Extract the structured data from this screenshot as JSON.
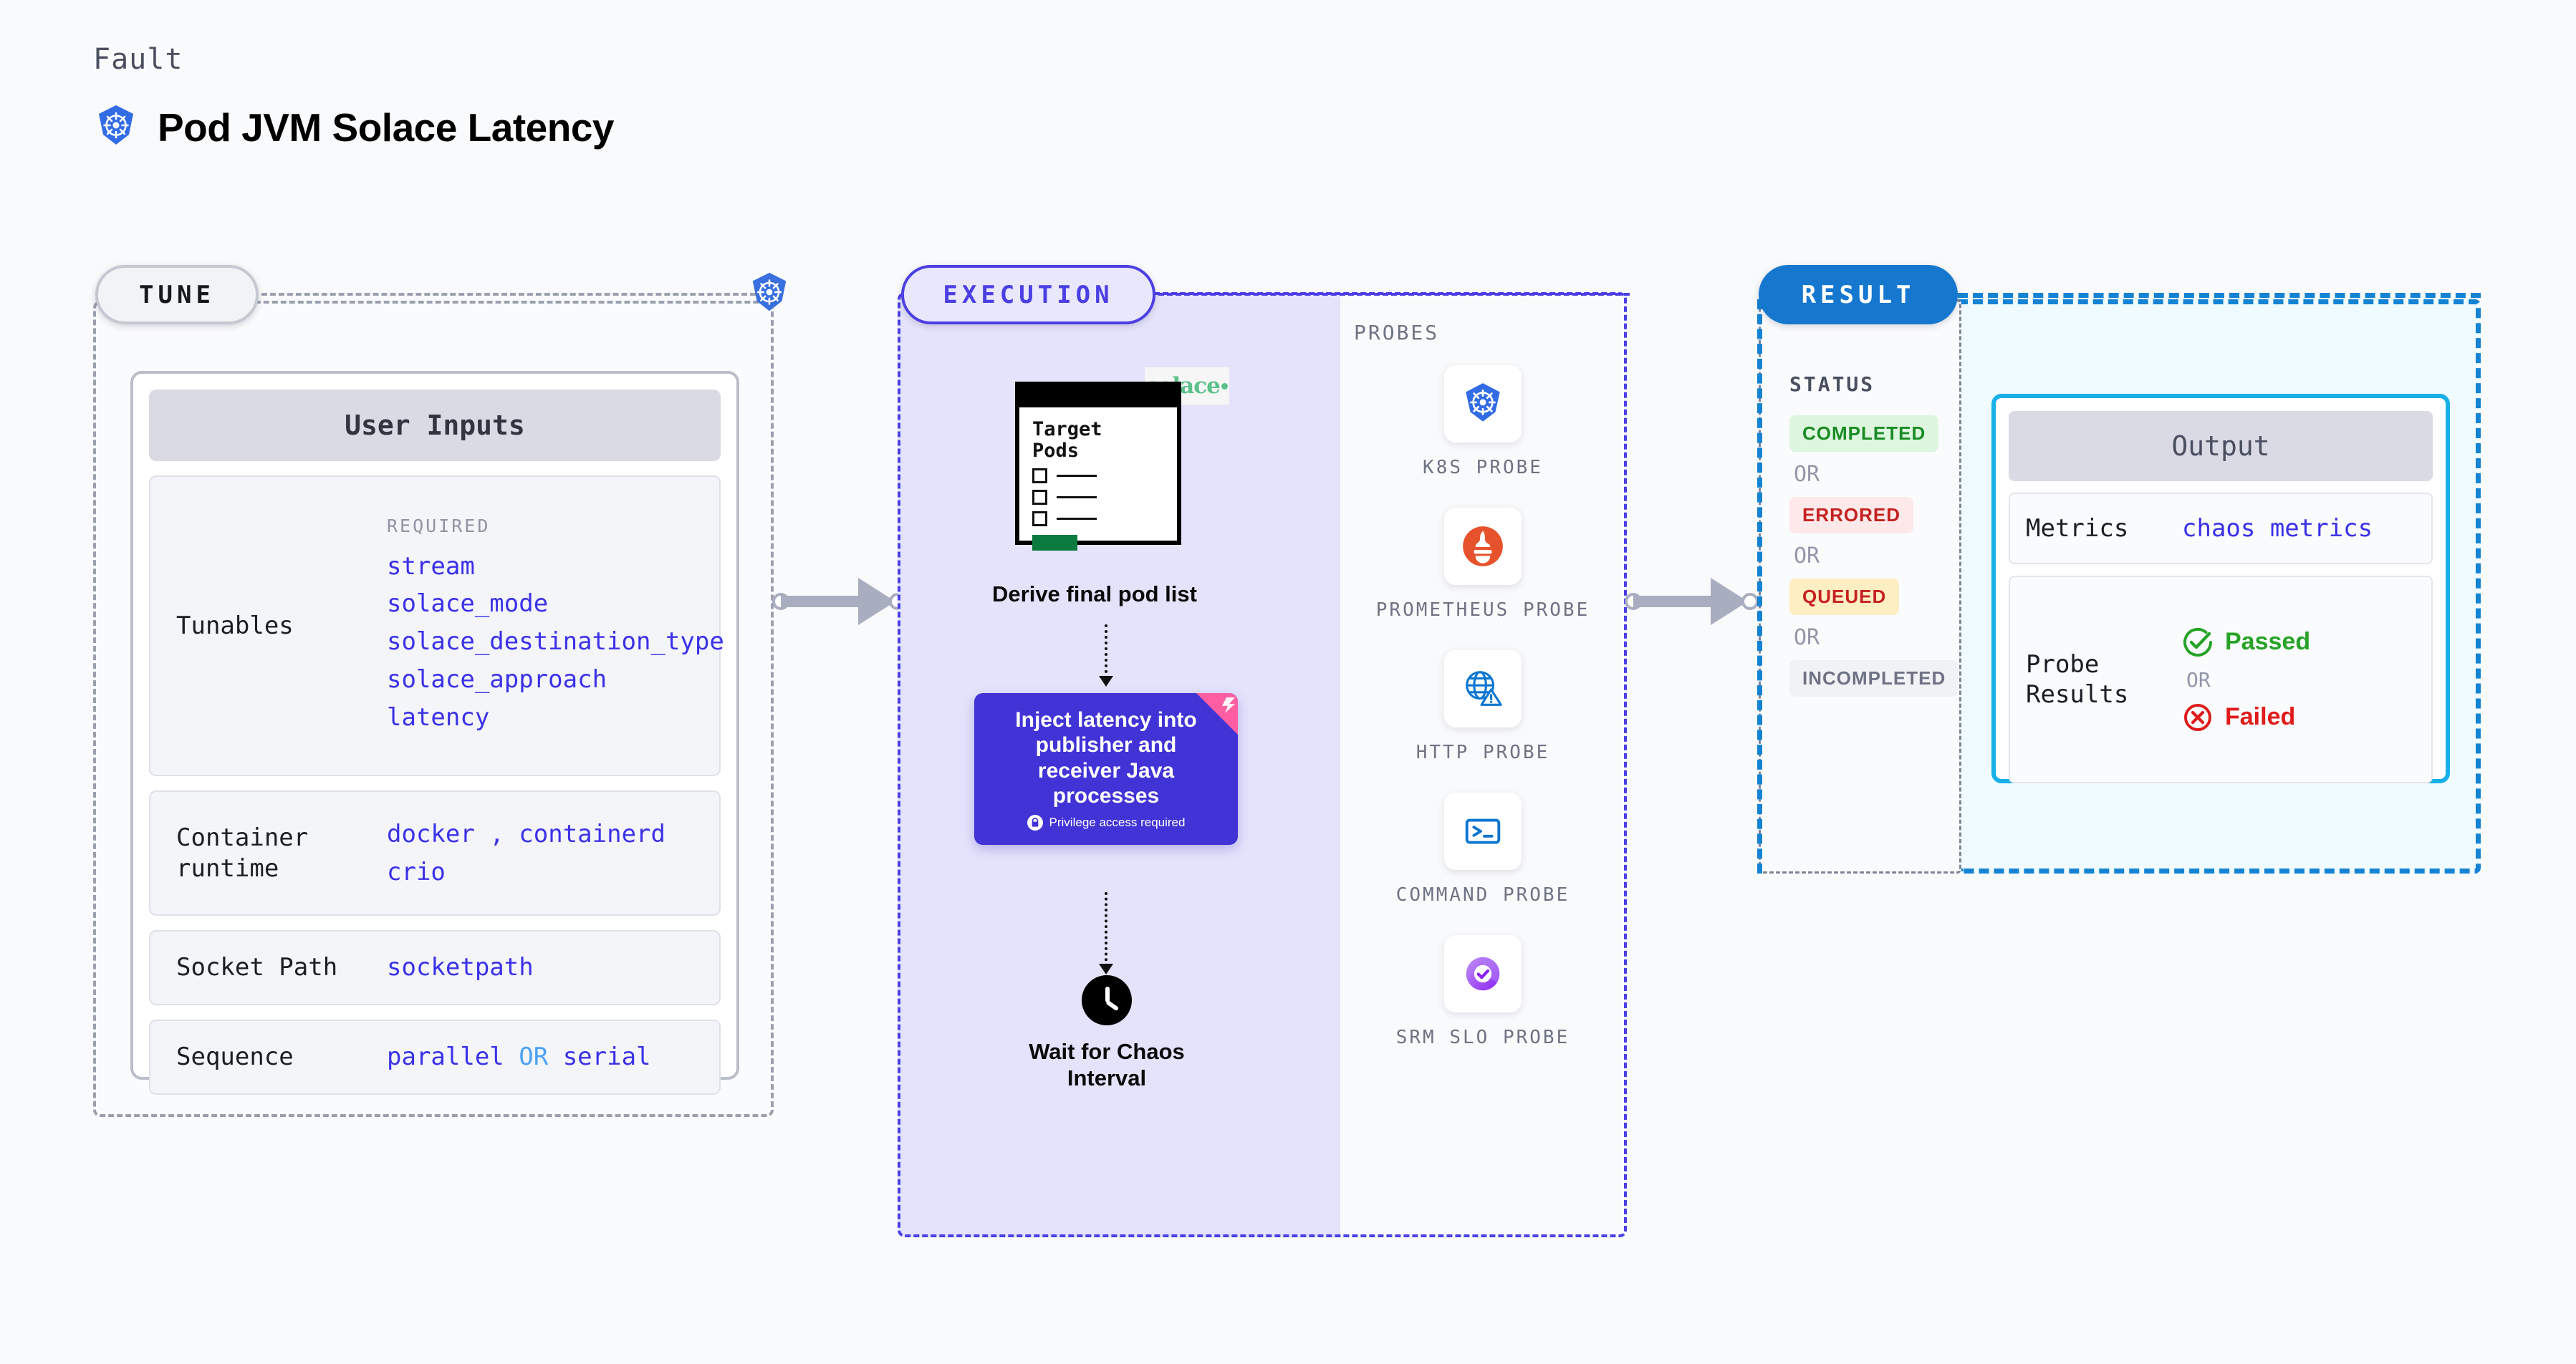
{
  "header": {
    "kicker": "Fault",
    "title": "Pod JVM Solace Latency",
    "icon": "kubernetes-icon"
  },
  "tune": {
    "chip_label": "TUNE",
    "badge_icon": "kubernetes-icon",
    "card_title": "User Inputs",
    "required_label": "REQUIRED",
    "rows": [
      {
        "key": "Tunables",
        "values": [
          "stream",
          "solace_mode",
          "solace_destination_type",
          "solace_approach",
          "latency"
        ]
      },
      {
        "key": "Container runtime",
        "values": [
          "docker",
          "containerd",
          "crio"
        ],
        "separator": ","
      },
      {
        "key": "Socket Path",
        "values": [
          "socketpath"
        ]
      },
      {
        "key": "Sequence",
        "values": [
          "parallel",
          "serial"
        ],
        "separator": "OR"
      }
    ]
  },
  "execution": {
    "chip_label": "EXECUTION",
    "pods_card": {
      "title_line1": "Target",
      "title_line2": "Pods",
      "checkbox_rows": 3,
      "brand_logo": "solace",
      "brand_text": "solace"
    },
    "derive_label": "Derive final pod list",
    "inject_card": {
      "text": "Inject latency into publisher and receiver Java processes",
      "privilege_note": "Privilege access required",
      "privilege_icon": "lock-icon",
      "ribbon_icon": "harness-ribbon-icon",
      "color": "#4133d6"
    },
    "wait_node": {
      "icon": "clock-icon",
      "label": "Wait for Chaos Interval"
    },
    "probes_label": "PROBES",
    "probes": [
      {
        "name": "K8S PROBE",
        "icon": "kubernetes-icon"
      },
      {
        "name": "PROMETHEUS PROBE",
        "icon": "prometheus-icon"
      },
      {
        "name": "HTTP PROBE",
        "icon": "http-globe-warning-icon"
      },
      {
        "name": "COMMAND PROBE",
        "icon": "terminal-icon"
      },
      {
        "name": "SRM SLO PROBE",
        "icon": "srm-slo-donut-check-icon"
      }
    ]
  },
  "result": {
    "chip_label": "RESULT",
    "status_label": "STATUS",
    "or_text": "OR",
    "statuses": [
      {
        "label": "COMPLETED",
        "fg": "#1a8b25",
        "bg": "#ddf6de"
      },
      {
        "label": "ERRORED",
        "fg": "#c52121",
        "bg": "#fde9e9"
      },
      {
        "label": "QUEUED",
        "fg": "#c52121",
        "bg": "#fdeec3"
      },
      {
        "label": "INCOMPLETED",
        "fg": "#6e7384",
        "bg": "#f1f2f6"
      }
    ],
    "output": {
      "title": "Output",
      "metrics_key": "Metrics",
      "metrics_value": "chaos metrics",
      "probe_results_key": "Probe Results",
      "passed_label": "Passed",
      "failed_label": "Failed",
      "or_text": "OR",
      "passed_icon": "check-circle-icon",
      "failed_icon": "x-circle-icon",
      "passed_color": "#27a327",
      "failed_color": "#e01b1b"
    }
  },
  "connectors": {
    "tune_to_execution": "arrow-right",
    "execution_to_result": "arrow-right"
  }
}
